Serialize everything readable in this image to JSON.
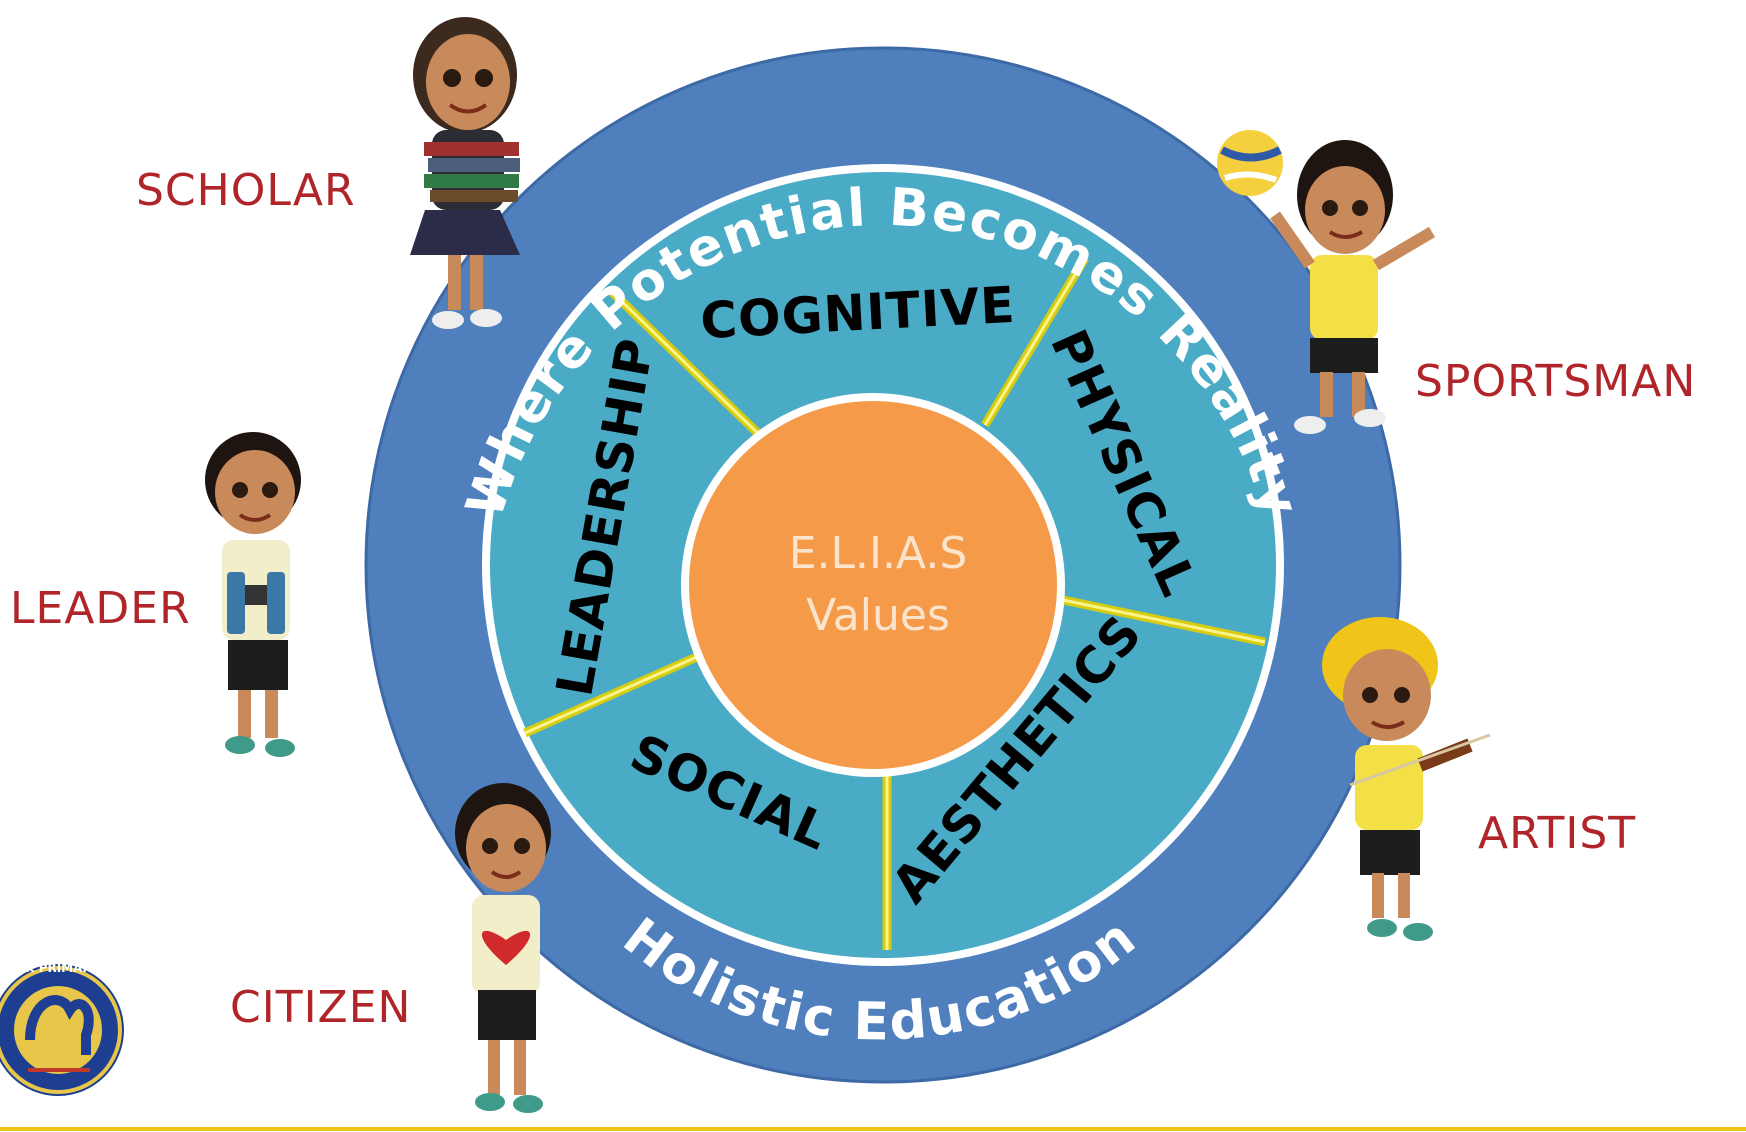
{
  "ring": {
    "top_text": "Where Potential Becomes Reality",
    "bottom_text": "Holistic Education"
  },
  "center": {
    "line1": "E.L.I.A.S",
    "line2": "Values"
  },
  "segments": {
    "cognitive": "COGNITIVE",
    "physical": "PHYSICAL",
    "aesthetics": "AESTHETICS",
    "social": "SOCIAL",
    "leadership": "LEADERSHIP"
  },
  "roles": {
    "scholar": "SCHOLAR",
    "sportsman": "SPORTSMAN",
    "leader": "LEADER",
    "artist": "ARTIST",
    "citizen": "CITIZEN"
  },
  "logo": {
    "text": "ELIAS PARK PRIMARY SCHOOL"
  },
  "colors": {
    "outer_ring": "#4f7fbd",
    "segments": "#4aabc6",
    "center": "#f59a48",
    "dividers": "#f2ec2a",
    "role_labels": "#b0252a",
    "bottom_rule": "#f0c419"
  }
}
